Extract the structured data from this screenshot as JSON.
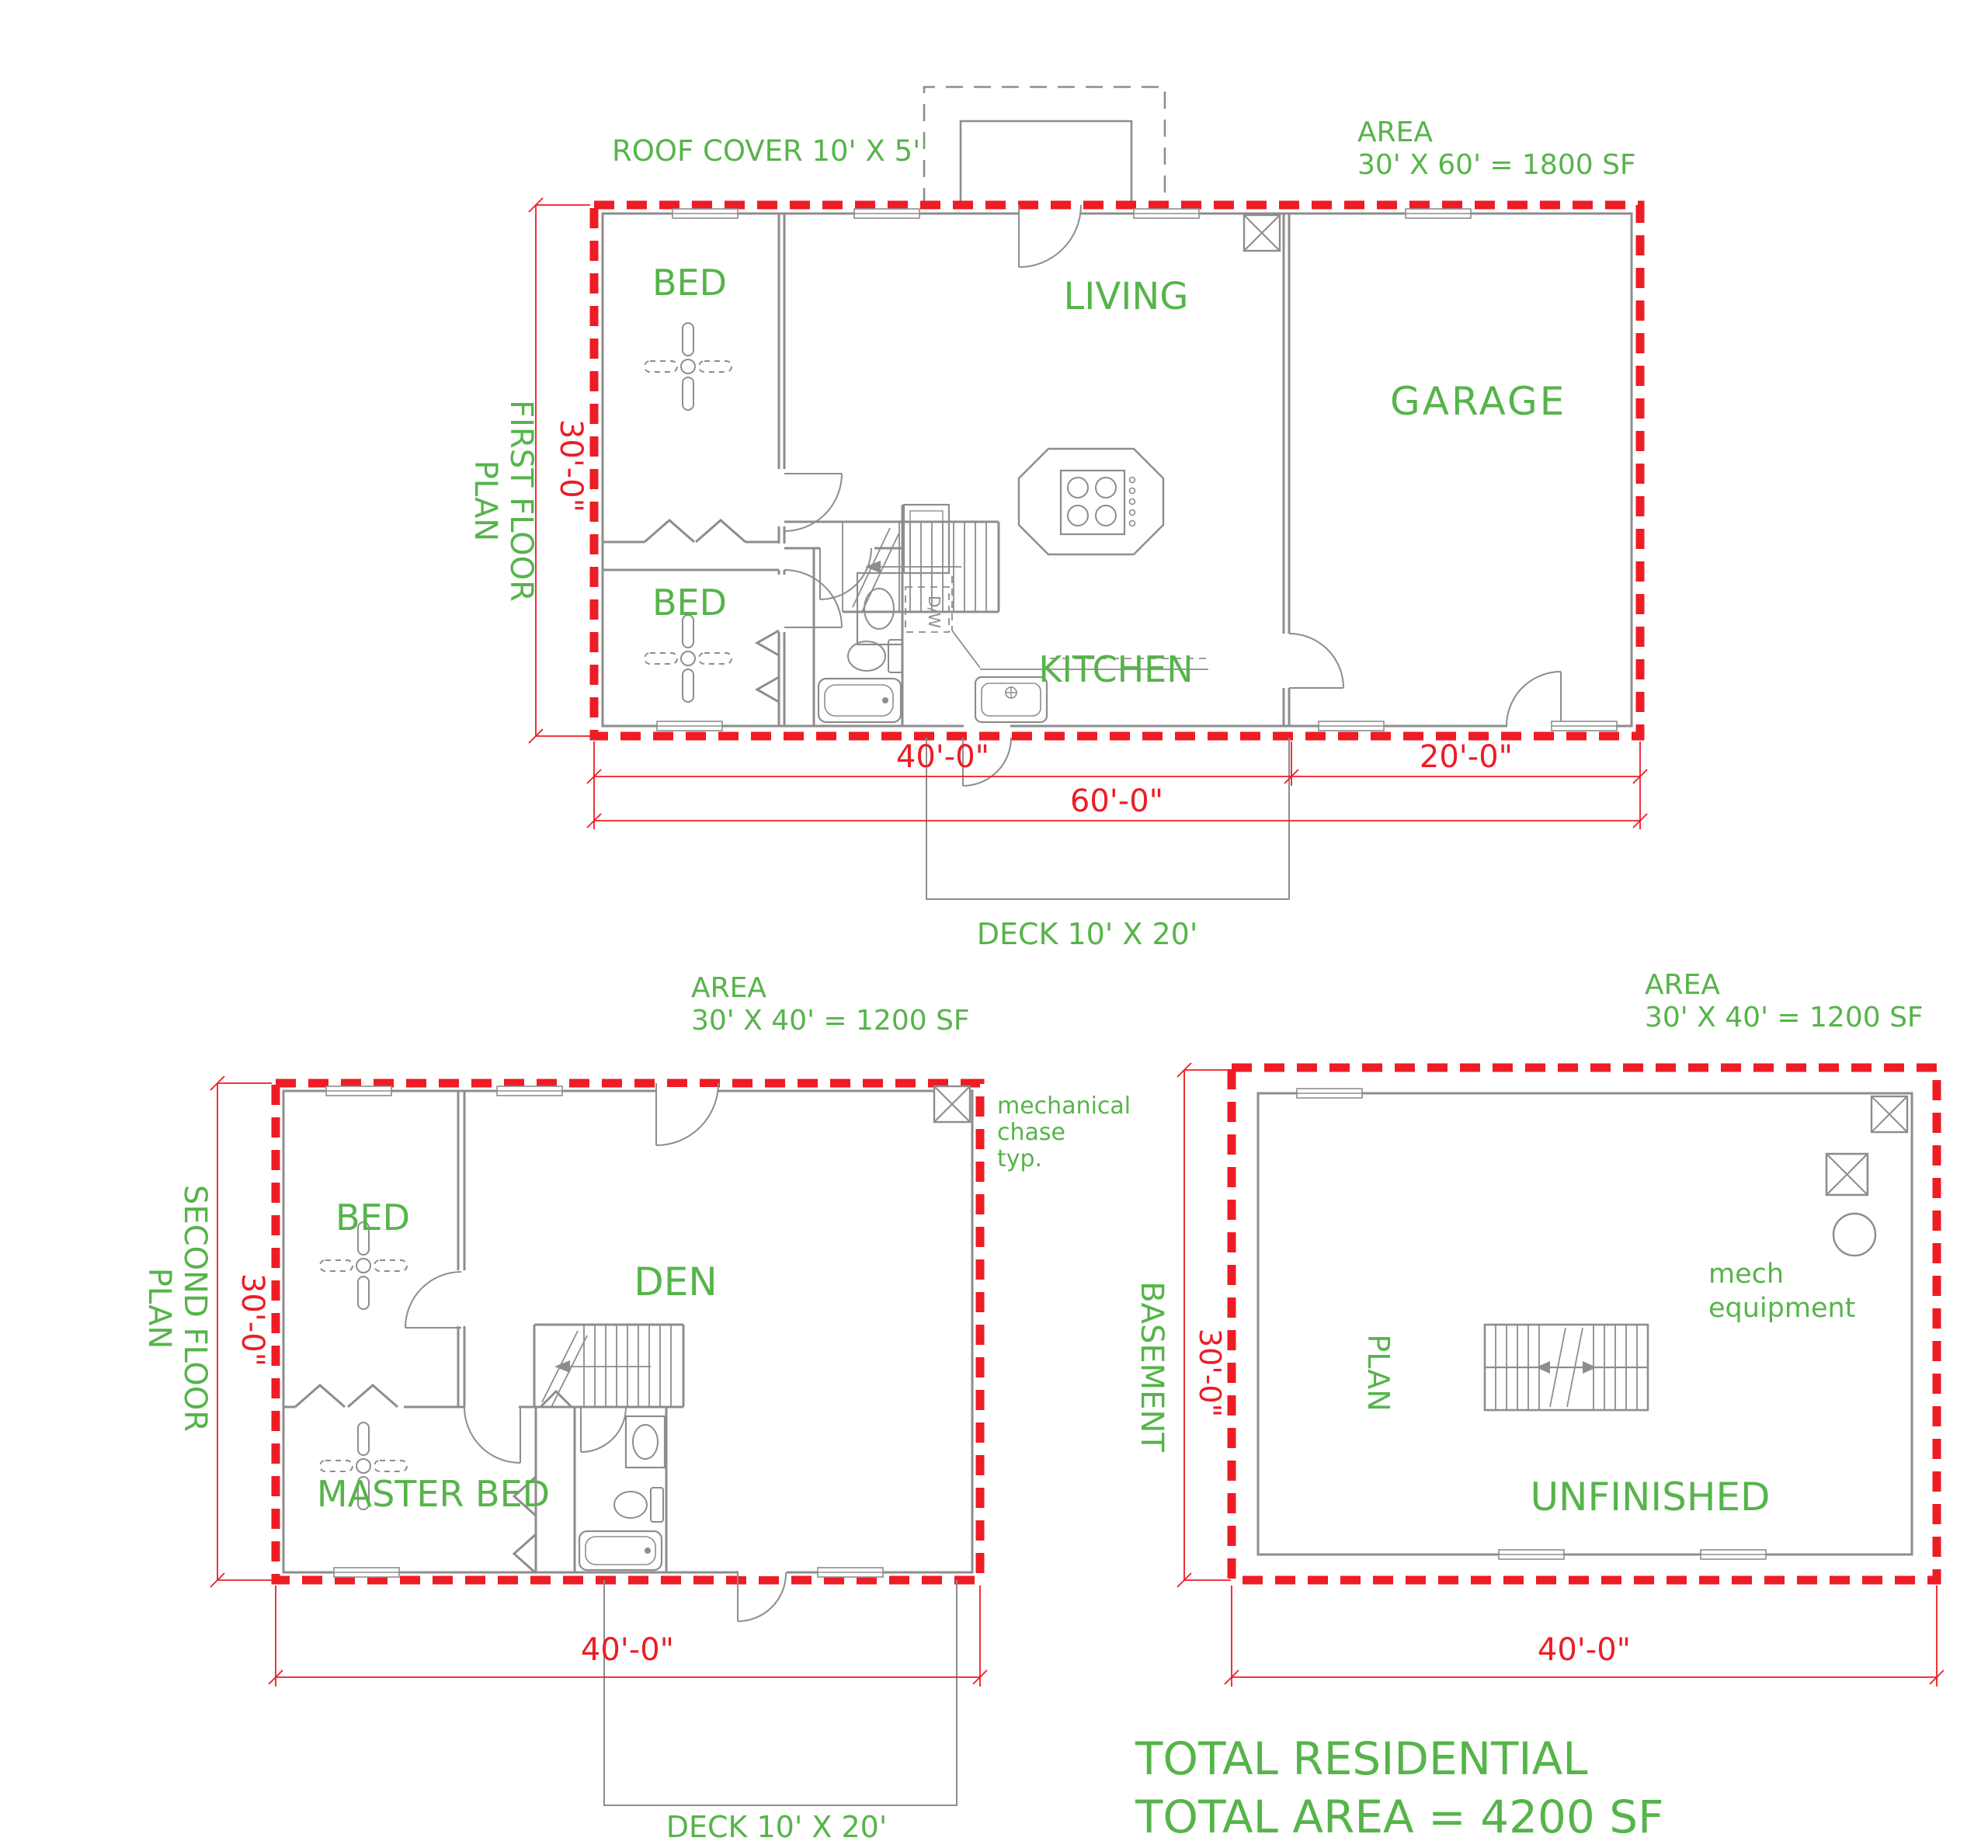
{
  "colors": {
    "green": "#56b44a",
    "red": "#ee1c25",
    "wall_gray": "#8d8d8d"
  },
  "first_floor": {
    "plan_title_line1": "FIRST FLOOR",
    "plan_title_line2": "PLAN",
    "roof_note": "ROOF COVER 10' X 5'",
    "area_title": "AREA",
    "area_value": "30' X 60' = 1800 SF",
    "rooms": {
      "bed_upper": "BED",
      "bed_lower": "BED",
      "living": "LIVING",
      "kitchen": "KITCHEN",
      "garage": "GARAGE"
    },
    "appliance_label": "D/W",
    "dim_left_width": "40'-0\"",
    "dim_right_width": "20'-0\"",
    "dim_total_width": "60'-0\"",
    "dim_height": "30'-0\"",
    "deck_note": "DECK 10' X 20'"
  },
  "second_floor": {
    "plan_title_line1": "SECOND FLOOR",
    "plan_title_line2": "PLAN",
    "area_title": "AREA",
    "area_value": "30' X 40' = 1200 SF",
    "chase_note_line1": "mechanical",
    "chase_note_line2": "chase",
    "chase_note_line3": "typ.",
    "rooms": {
      "bed": "BED",
      "den": "DEN",
      "master": "MASTER BED"
    },
    "dim_width": "40'-0\"",
    "dim_height": "30'-0\"",
    "deck_note": "DECK 10' X 20'"
  },
  "basement": {
    "plan_title_line1": "BASEMENT",
    "plan_title_line2": "PLAN",
    "area_title": "AREA",
    "area_value": "30' X 40' = 1200 SF",
    "mech_note_line1": "mech",
    "mech_note_line2": "equipment",
    "room_label": "UNFINISHED",
    "dim_width": "40'-0\"",
    "dim_height": "30'-0\""
  },
  "totals": {
    "line1": "TOTAL RESIDENTIAL",
    "line2": "TOTAL AREA = 4200 SF"
  }
}
